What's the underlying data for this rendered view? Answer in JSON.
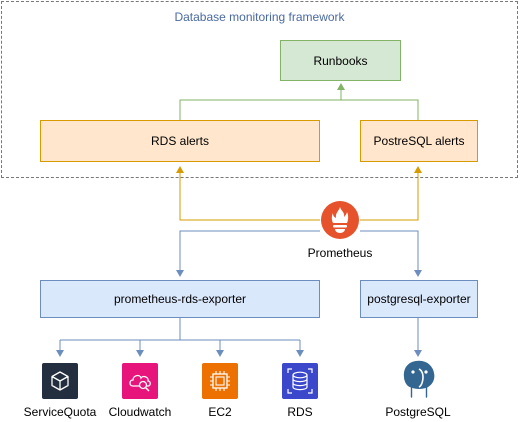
{
  "frame": {
    "title": "Database monitoring framework"
  },
  "nodes": {
    "runbooks": "Runbooks",
    "rds_alerts": "RDS alerts",
    "postgres_alerts": "PostreSQL alerts",
    "prometheus": "Prometheus",
    "rds_exporter": "prometheus-rds-exporter",
    "pg_exporter": "postgresql-exporter",
    "servicequota": "ServiceQuota",
    "cloudwatch": "Cloudwatch",
    "ec2": "EC2",
    "rds": "RDS",
    "postgresql": "PostgreSQL"
  },
  "icons": {
    "prometheus": "prometheus-logo-icon",
    "servicequota": "aws-servicequota-icon",
    "cloudwatch": "aws-cloudwatch-icon",
    "ec2": "aws-ec2-icon",
    "rds": "aws-rds-icon",
    "postgresql": "postgresql-elephant-icon"
  },
  "colors": {
    "green_fill": "#d5e8d4",
    "green_stroke": "#82b366",
    "orange_fill": "#ffe6cc",
    "orange_stroke": "#d79b00",
    "blue_fill": "#dae8fc",
    "blue_stroke": "#6c8ebf",
    "prometheus": "#e6522c",
    "servicequota": "#232f3e",
    "cloudwatch": "#e7157b",
    "ec2": "#ed7100",
    "rds": "#3b48cc",
    "postgresql": "#336791"
  }
}
